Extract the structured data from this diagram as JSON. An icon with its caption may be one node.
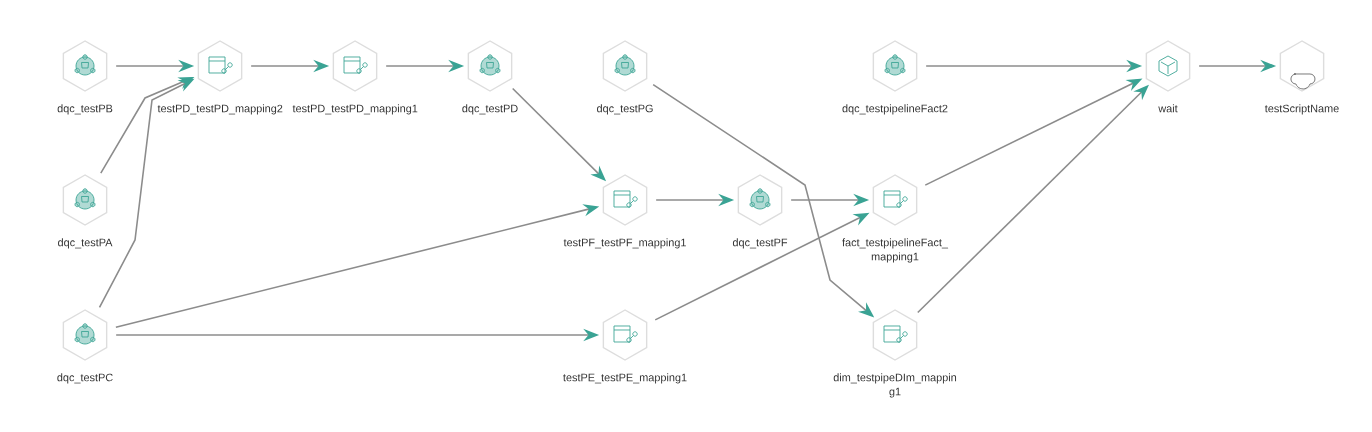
{
  "diagram": {
    "nodes": [
      {
        "text": [
          "dqc_testPB"
        ]
      },
      {
        "text": [
          "testPD_testPD_mapping2"
        ]
      },
      {
        "text": [
          "testPD_testPD_mapping1"
        ]
      },
      {
        "text": [
          "dqc_testPD"
        ]
      },
      {
        "text": [
          "dqc_testPG"
        ]
      },
      {
        "text": [
          "dqc_testpipelineFact2"
        ]
      },
      {
        "text": [
          "wait"
        ]
      },
      {
        "text": [
          "testScriptName"
        ]
      },
      {
        "text": [
          "dqc_testPA"
        ]
      },
      {
        "text": [
          "testPF_testPF_mapping1"
        ]
      },
      {
        "text": [
          "dqc_testPF"
        ]
      },
      {
        "text": [
          "fact_testpipelineFact_ mapping1"
        ]
      },
      {
        "text": [
          "dqc_testPC"
        ]
      },
      {
        "text": [
          "testPE_testPE_mapping1"
        ]
      },
      {
        "text": [
          "dim_testpipeDIm_mappin g1"
        ]
      }
    ],
    "edges": [
      {
        "from": 0,
        "to": 1,
        "arrow": "to"
      },
      {
        "from": 1,
        "to": 2,
        "arrow": "to"
      },
      {
        "from": 2,
        "to": 3,
        "arrow": "to"
      },
      {
        "from": 3,
        "to": 9,
        "arrow": "to"
      },
      {
        "from": 8,
        "to": 1,
        "arrow": "to"
      },
      {
        "from": 12,
        "to": 1,
        "arrow": "to"
      },
      {
        "from": 12,
        "to": 9,
        "arrow": "to"
      },
      {
        "from": 12,
        "to": 13,
        "arrow": "to"
      },
      {
        "from": 9,
        "to": 10,
        "arrow": "to"
      },
      {
        "from": 10,
        "to": 11,
        "arrow": "to"
      },
      {
        "from": 13,
        "to": 11,
        "arrow": "to"
      },
      {
        "from": 4,
        "to": 14,
        "arrow": "to"
      },
      {
        "from": 5,
        "to": 6,
        "arrow": "to"
      },
      {
        "from": 11,
        "to": 6,
        "arrow": "to"
      },
      {
        "from": 14,
        "to": 6,
        "arrow": "to"
      },
      {
        "from": 6,
        "to": 7,
        "arrow": "to"
      }
    ]
  }
}
